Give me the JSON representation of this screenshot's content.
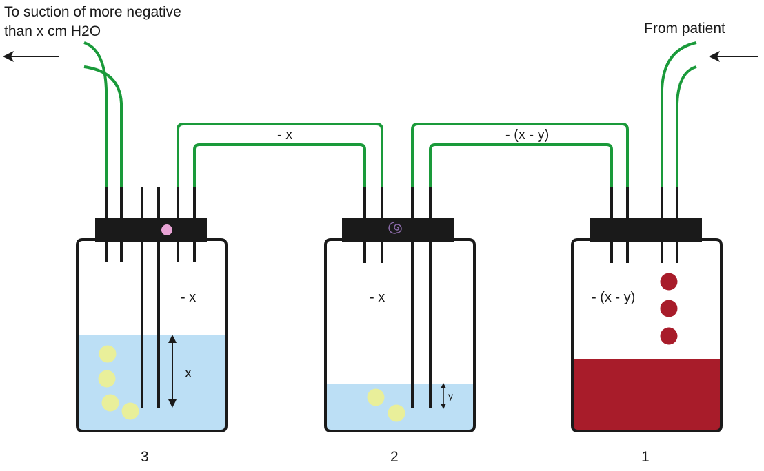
{
  "labels": {
    "suction_line1": "To suction of more negative",
    "suction_line2": "than x cm H2O",
    "from_patient": "From patient",
    "tube_label_left": "- x",
    "tube_label_right": "- (x - y)",
    "bottle3_pressure": "- x",
    "bottle2_pressure": "- x",
    "bottle1_pressure": "- (x - y)",
    "height_x": "x",
    "height_y": "y",
    "bottle3_number": "3",
    "bottle2_number": "2",
    "bottle1_number": "1"
  },
  "colors": {
    "tube_green": "#1a9a3a",
    "water_blue": "#bcdff5",
    "blood_red": "#a81c2a",
    "bubble_yellow": "#e9ef9a",
    "cap_black": "#1a1a1a",
    "pink_dot": "#e8a3d5",
    "spiral_purple": "#8a6aa8"
  }
}
